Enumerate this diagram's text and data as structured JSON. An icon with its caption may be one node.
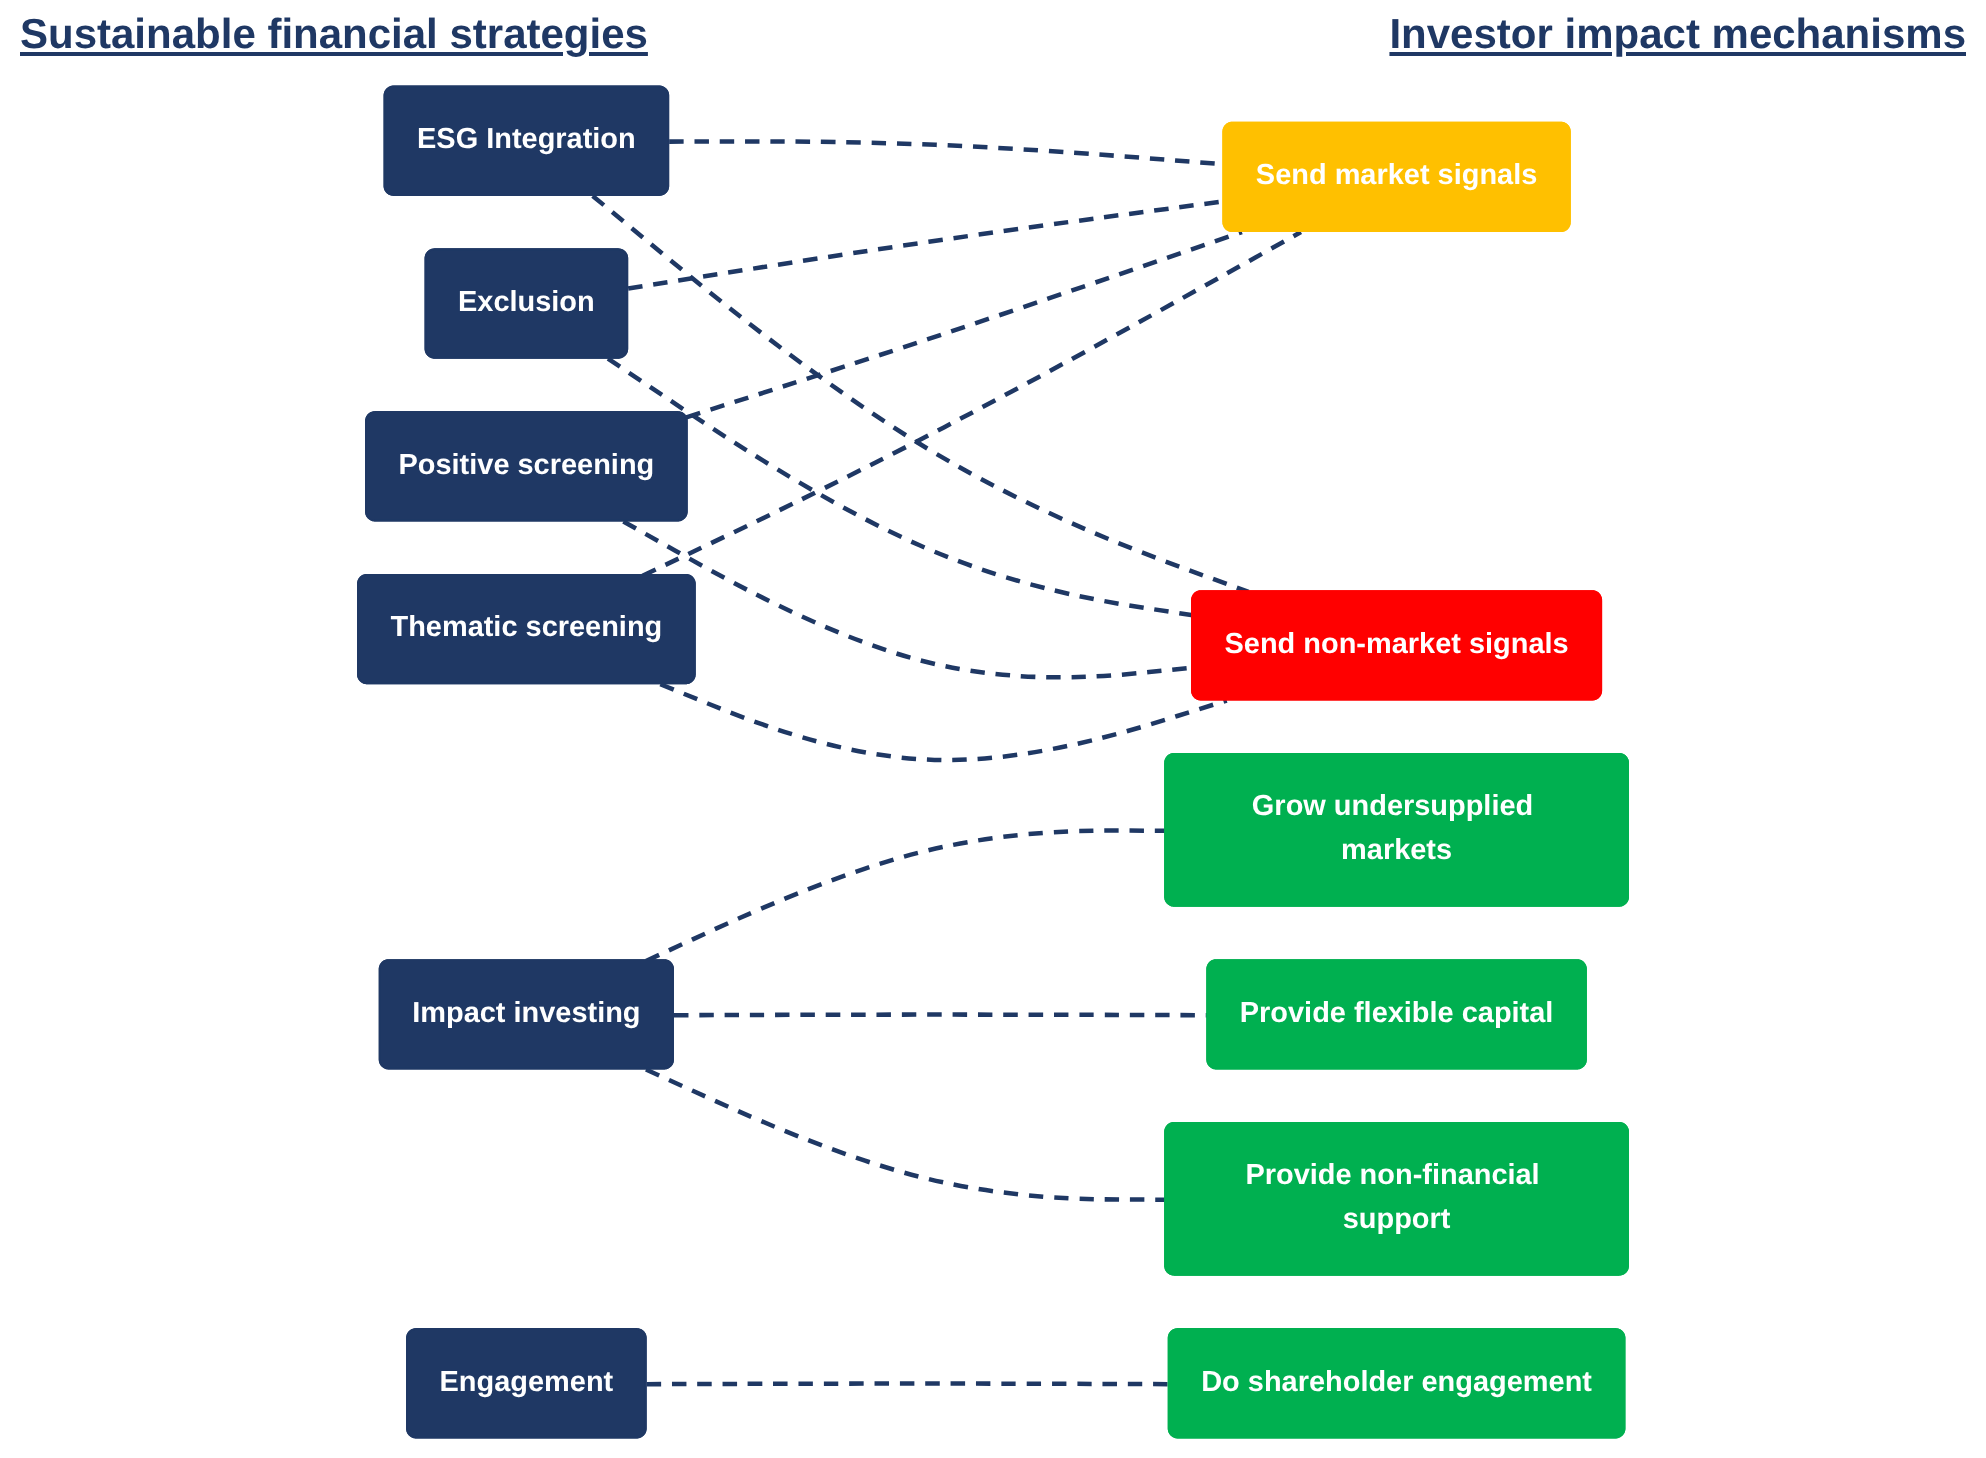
{
  "diagram": {
    "nodes": [
      {
        "text": [
          "ESG Integration"
        ]
      },
      {
        "text": [
          "Exclusion"
        ]
      },
      {
        "text": [
          "Positive screening"
        ]
      },
      {
        "text": [
          "Thematic screening"
        ]
      },
      {
        "text": [
          "Impact investing"
        ]
      },
      {
        "text": [
          "Engagement"
        ]
      },
      {
        "text": [
          "Grow undersupplied markets"
        ]
      },
      {
        "text": [
          "Provide flexible capital"
        ]
      },
      {
        "text": [
          "Do shareholder engagement"
        ]
      },
      {
        "text": [
          "Provide non-financial support"
        ]
      },
      {
        "text": [
          "Send market signals"
        ]
      },
      {
        "text": [
          "Send non-market signals"
        ]
      }
    ],
    "edges": [
      {
        "from": 0,
        "to": 10,
        "arrow": "none",
        "style": "dashed"
      },
      {
        "from": 0,
        "to": 11,
        "arrow": "none",
        "style": "dashed"
      },
      {
        "from": 1,
        "to": 10,
        "arrow": "none",
        "style": "dashed"
      },
      {
        "from": 1,
        "to": 11,
        "arrow": "none",
        "style": "dashed"
      },
      {
        "from": 2,
        "to": 10,
        "arrow": "none",
        "style": "dashed"
      },
      {
        "from": 2,
        "to": 11,
        "arrow": "none",
        "style": "dashed"
      },
      {
        "from": 3,
        "to": 10,
        "arrow": "none",
        "style": "dashed"
      },
      {
        "from": 3,
        "to": 11,
        "arrow": "none",
        "style": "dashed"
      },
      {
        "from": 4,
        "to": 6,
        "arrow": "none",
        "style": "dashed"
      },
      {
        "from": 4,
        "to": 7,
        "arrow": "none",
        "style": "dashed"
      },
      {
        "from": 4,
        "to": 9,
        "arrow": "none",
        "style": "dashed"
      },
      {
        "from": 5,
        "to": 8,
        "arrow": "none",
        "style": "dashed"
      }
    ],
    "labels": [
      "Sustainable financial strategies",
      "Investor impact mechanisms"
    ]
  }
}
